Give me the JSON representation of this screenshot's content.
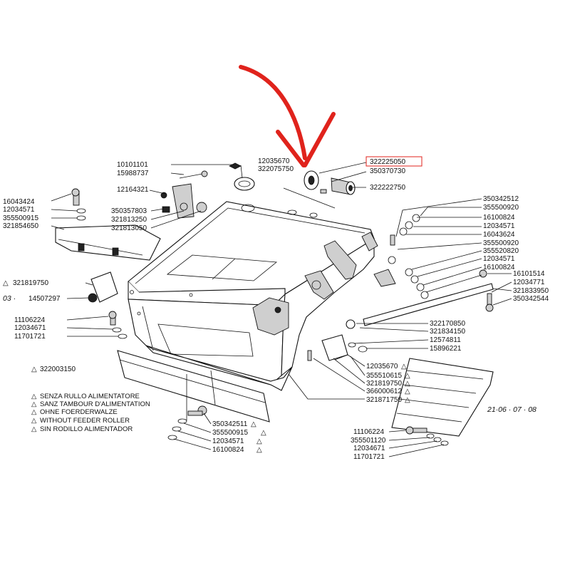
{
  "colors": {
    "ink": "#111111",
    "arrow": "#e0231c",
    "highlight_box": "#e0231c"
  },
  "parts": {
    "p10101101": "10101101",
    "p12035670a": "12035670",
    "p15988737": "15988737",
    "p322075750": "322075750",
    "p12164321": "12164321",
    "p322225050": "322225050",
    "p350370730": "350370730",
    "p322222750": "322222750",
    "p16043424a": "16043424",
    "p12034571a": "12034571",
    "p355500915a": "355500915",
    "p321854650": "321854650",
    "p350357803": "350357803",
    "p321813250": "321813250",
    "p321813050": "321813050",
    "p350342512": "350342512",
    "p355500920a": "355500920",
    "p16100824a": "16100824",
    "p12034571b": "12034571",
    "p16043624": "16043624",
    "p355500920b": "355500920",
    "p355520820": "355520820",
    "p12034571c": "12034571",
    "p16100824b": "16100824",
    "p16101514": "16101514",
    "p12034771": "12034771",
    "p321833950": "321833950",
    "p350342544": "350342544",
    "p321819750a": "321819750",
    "p14507297": "14507297",
    "p11106224a": "11106224",
    "p12034671a": "12034671",
    "p11701721a": "11701721",
    "p322170850": "322170850",
    "p321834150": "321834150",
    "p12574811": "12574811",
    "p15896221": "15896221",
    "p322003150": "322003150",
    "p12035670b": "12035670",
    "p355510615": "355510615",
    "p321819750b": "321819750",
    "p366000612": "366000612",
    "p321871750": "321871750",
    "p350342511": "350342511",
    "p355500915b": "355500915",
    "p12034571d": "12034571",
    "p16100824c": "16100824",
    "p11106224b": "11106224",
    "p355501120": "355501120",
    "p12034671b": "12034671",
    "p11701721b": "11701721"
  },
  "prefix_03": "03 ·",
  "triangle": "△",
  "sheet_ref": "21·06 · 07 · 08",
  "notes": [
    "SENZA RULLO ALIMENTATORE",
    "SANZ TAMBOUR D'ALIMENTATION",
    "OHNE FOERDERWALZE",
    "WITHOUT FEEDER ROLLER",
    "SIN RODILLO ALIMENTADOR"
  ],
  "highlighted_part": "322225050"
}
